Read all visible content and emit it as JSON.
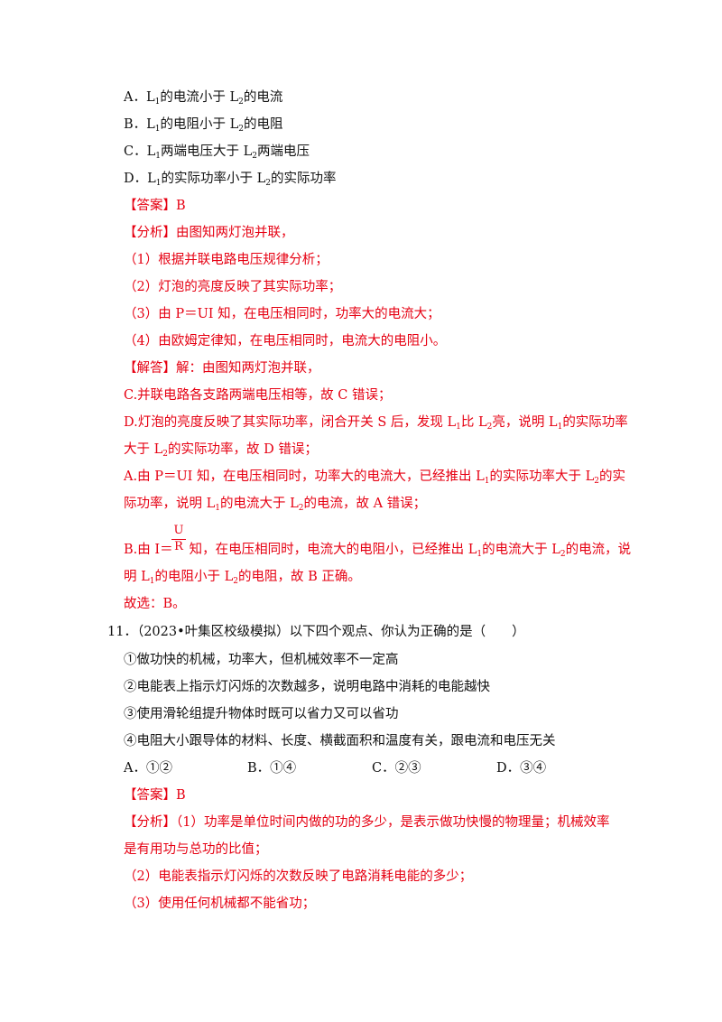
{
  "q10": {
    "optA": [
      "A．L",
      "1",
      "的电流小于 L",
      "2",
      "的电流"
    ],
    "optB": [
      "B．L",
      "1",
      "的电阻小于 L",
      "2",
      "的电阻"
    ],
    "optC": [
      "C．L",
      "1",
      "两端电压大于 L",
      "2",
      "两端电压"
    ],
    "optD": [
      "D．L",
      "1",
      "的实际功率小于 L",
      "2",
      "的实际功率"
    ],
    "answer": "【答案】B",
    "analysis_title": "【分析】由图知两灯泡并联，",
    "analysis_1": "（1）根据并联电路电压规律分析；",
    "analysis_2": "（2）灯泡的亮度反映了其实际功率；",
    "analysis_3": "（3）由 P＝UI 知，在电压相同时，功率大的电流大；",
    "analysis_4": "（4）由欧姆定律知，在电压相同时，电流大的电阻小。",
    "solution_title": "【解答】解：由图知两灯泡并联，",
    "solution_C": "C.并联电路各支路两端电压相等，故 C 错误；",
    "solution_D1": [
      "D.灯泡的亮度反映了其实际功率，闭合开关 S 后，发现 L",
      "1",
      "比 L",
      "2",
      "亮，说明 L",
      "1",
      "的实际功率"
    ],
    "solution_D2": [
      "大于 L",
      "2",
      "的实际功率，故 D 错误；"
    ],
    "solution_A1": [
      "A.由 P＝UI 知，在电压相同时，功率大的电流大，已经推出 L",
      "1",
      "的实际功率大于 L",
      "2",
      "的实"
    ],
    "solution_A2": [
      "际功率，说明 L",
      "1",
      "的电流大于 L",
      "2",
      "的电流，故 A 错误；"
    ],
    "frac_num": "U",
    "frac_den": "R",
    "solution_B1a": "B.由 I＝",
    "solution_B1b": [
      "知，在电压相同时，电流大的电阻小，已经推出 L",
      "1",
      "的电流大于 L",
      "2",
      "的电流，说"
    ],
    "solution_B2": [
      "明 L",
      "1",
      "的电阻小于 L",
      "2",
      "的电阻，故 B 正确。"
    ],
    "choose": "故选：B。"
  },
  "q11": {
    "stem": "11．（2023•叶集区校级模拟）以下四个观点、你认为正确的是（　　）",
    "s1": "①做功快的机械，功率大，但机械效率不一定高",
    "s2": "②电能表上指示灯闪烁的次数越多，说明电路中消耗的电能越快",
    "s3": "③使用滑轮组提升物体时既可以省力又可以省功",
    "s4": "④电阻大小跟导体的材料、长度、横截面积和温度有关，跟电流和电压无关",
    "optA": "A．①②",
    "optB": "B．①④",
    "optC": "C．②③",
    "optD": "D．③④",
    "answer": "【答案】B",
    "analysis_1a": "【分析】（1）功率是单位时间内做的功的多少，是表示做功快慢的物理量；机械效率",
    "analysis_1b": "是有用功与总功的比值；",
    "analysis_2": "（2）电能表指示灯闪烁的次数反映了电路消耗电能的多少；",
    "analysis_3": "（3）使用任何机械都不能省功；"
  }
}
